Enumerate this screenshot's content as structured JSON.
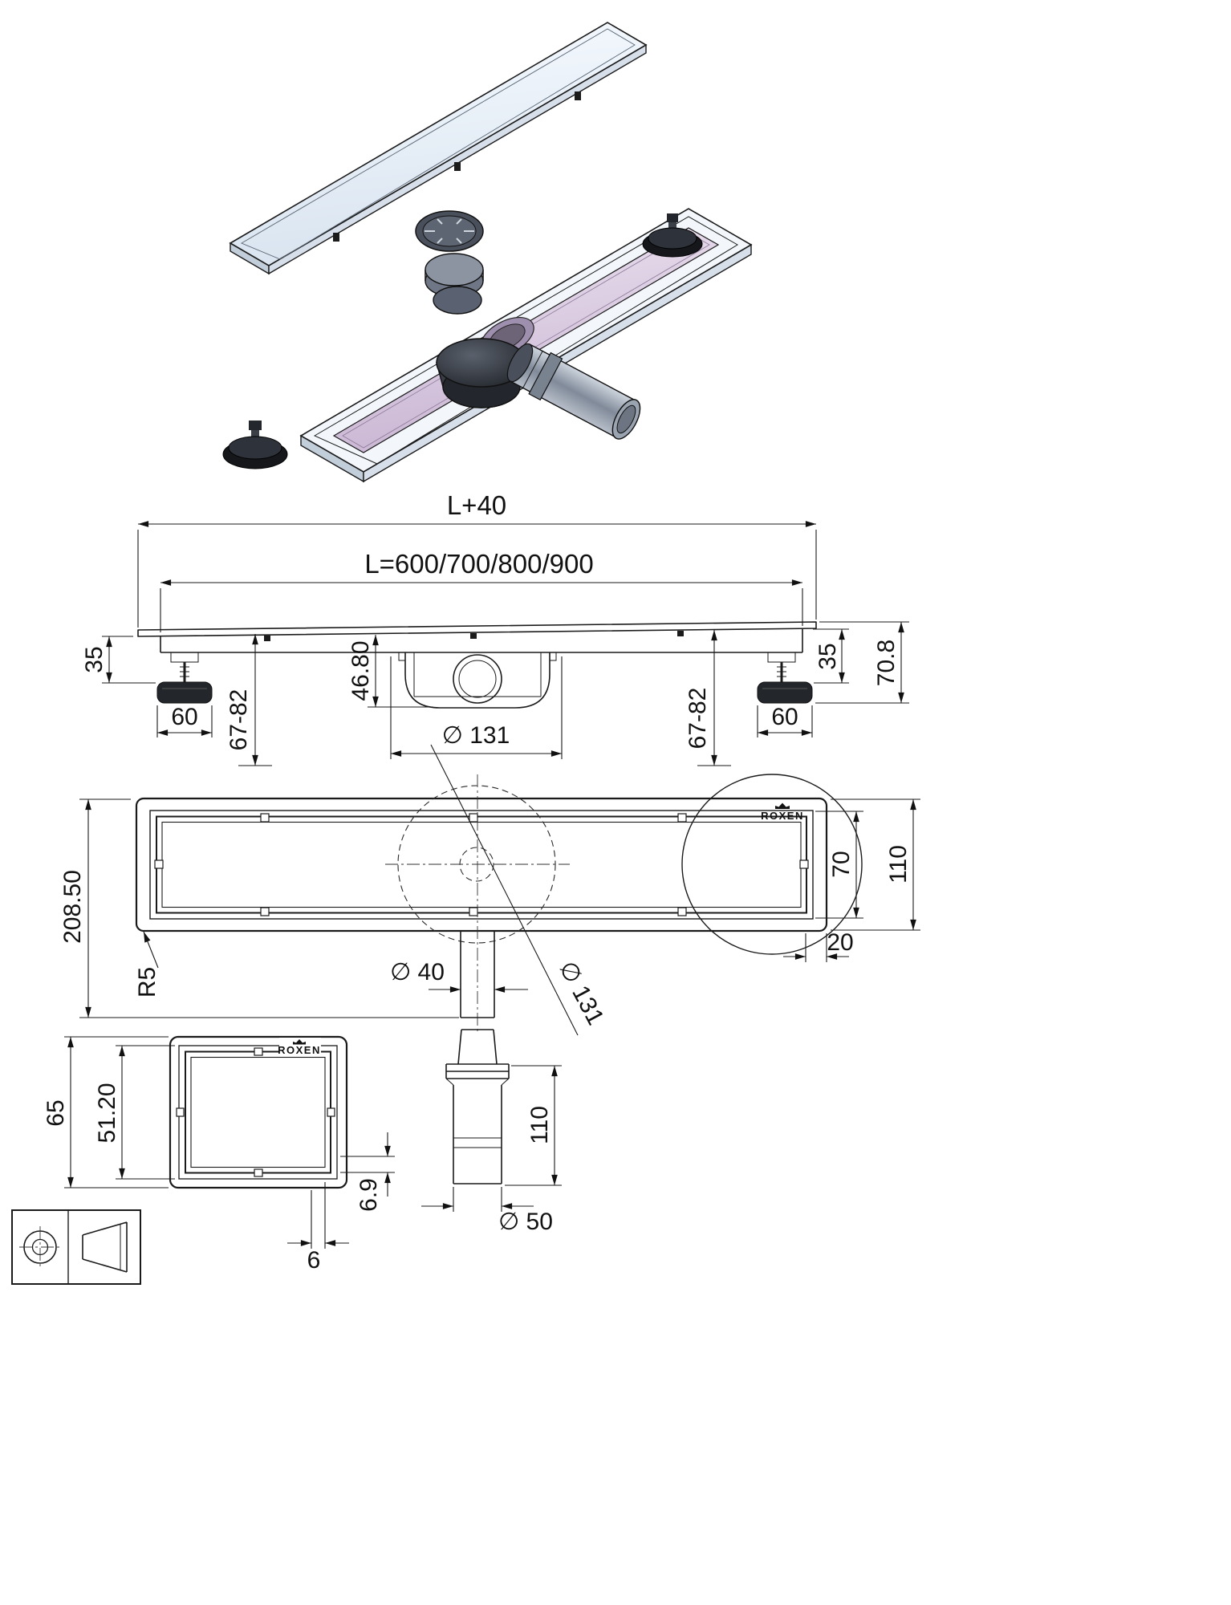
{
  "meta": {
    "brand": "ROXEN"
  },
  "front_view": {
    "dim_total_length": "L+40",
    "dim_length_options": "L=600/700/800/900",
    "dim_plate_to_foot_left": "35",
    "dim_foot_width_left": "60",
    "dim_adjust_range_left": "67-82",
    "dim_trap_depth": "46.80",
    "dim_trap_diameter": "∅ 131",
    "dim_total_height": "70.8",
    "dim_plate_to_foot_right": "35",
    "dim_foot_width_right": "60",
    "dim_adjust_range_right": "67-82"
  },
  "plan_view": {
    "dim_total_depth": "208.50",
    "dim_corner_radius": "R5",
    "dim_outlet_pipe": "∅ 40",
    "dim_trap_diameter": "∅ 131",
    "dim_channel_width": "70",
    "dim_body_width": "110",
    "dim_edge_offset": "20"
  },
  "end_view": {
    "dim_outer_height": "65",
    "dim_inner_height": "51.20",
    "dim_wall": "6",
    "dim_lip": "6.9"
  },
  "pipe_view": {
    "dim_height": "110",
    "dim_diameter": "∅ 50"
  }
}
